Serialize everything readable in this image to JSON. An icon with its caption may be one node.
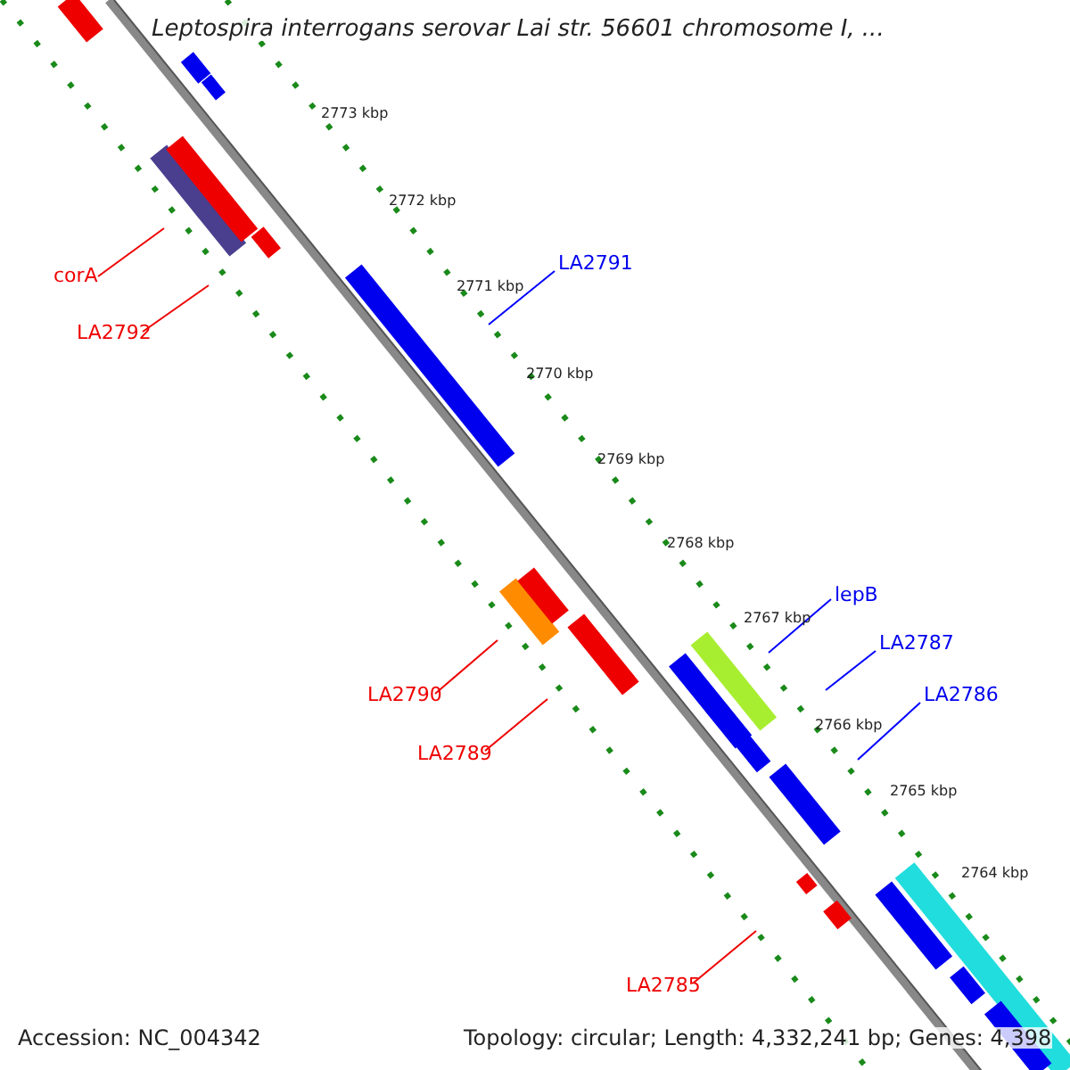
{
  "diagram": {
    "title": "Leptospira interrogans serovar Lai str. 56601 chromosome I, ...",
    "nodes": [
      {
        "text": [
          "corA"
        ]
      },
      {
        "text": [
          "LA2792"
        ]
      },
      {
        "text": [
          "LA2791"
        ]
      },
      {
        "text": [
          "LA2790"
        ]
      },
      {
        "text": [
          "LA2789"
        ]
      },
      {
        "text": [
          "lepB"
        ]
      },
      {
        "text": [
          "LA2787"
        ]
      },
      {
        "text": [
          "LA2786"
        ]
      },
      {
        "text": [
          "LA2785"
        ]
      }
    ],
    "edges": [
      {
        "from": 0,
        "to": null,
        "arrow": "none"
      },
      {
        "from": 1,
        "to": null,
        "arrow": "none"
      },
      {
        "from": 2,
        "to": null,
        "arrow": "none",
        "color": "#0000ff"
      },
      {
        "from": 3,
        "to": null,
        "arrow": "none"
      },
      {
        "from": 4,
        "to": null,
        "arrow": "none"
      },
      {
        "from": 5,
        "to": null,
        "arrow": "none",
        "color": "#0000ff"
      },
      {
        "from": 6,
        "to": null,
        "arrow": "none",
        "color": "#0000ff"
      },
      {
        "from": 7,
        "to": null,
        "arrow": "none",
        "color": "#0000ff"
      },
      {
        "from": 8,
        "to": null,
        "arrow": "none"
      }
    ],
    "labels": [
      "2773 kbp",
      "2772 kbp",
      "2771 kbp",
      "2770 kbp",
      "2769 kbp",
      "2768 kbp",
      "2767 kbp",
      "2766 kbp",
      "2765 kbp",
      "2764 kbp",
      "Accession: NC_004342",
      "Topology: circular; Length: 4,332,241 bp; Genes: 4,398"
    ]
  }
}
